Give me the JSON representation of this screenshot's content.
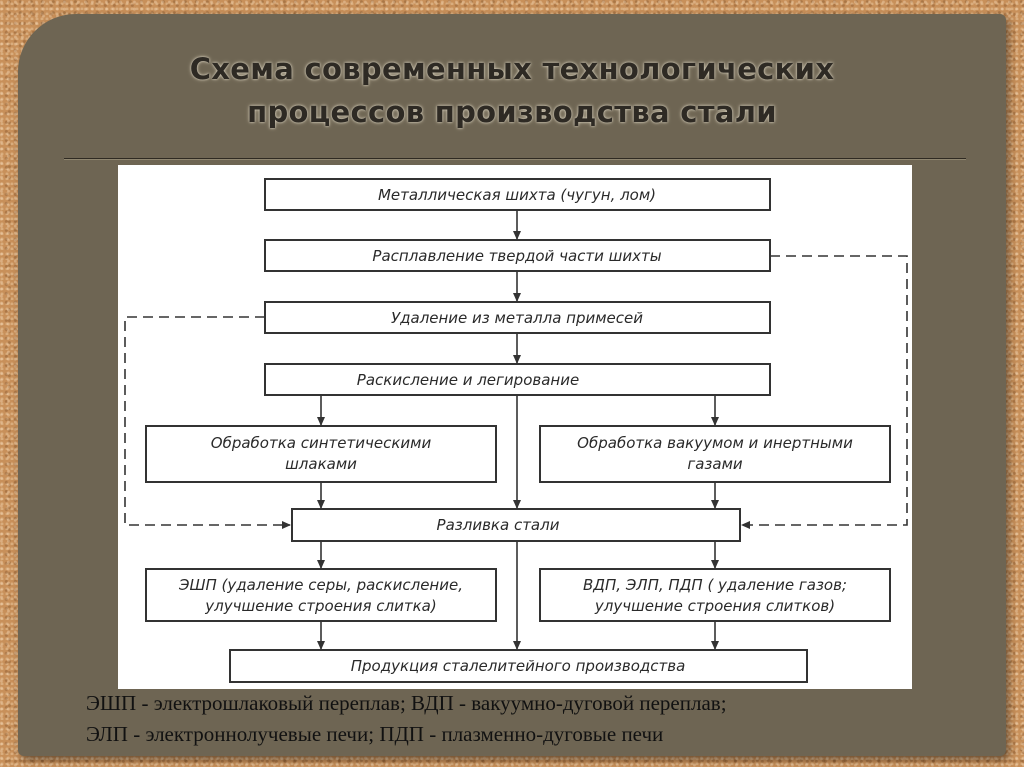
{
  "title": {
    "line1": "Схема современных технологических",
    "line2": "процессов производства стали"
  },
  "diagram": {
    "boxes": {
      "charge": "Металлическая шихта (чугун, лом)",
      "melting": "Расплавление твердой части шихты",
      "removal": "Удаление из металла примесей",
      "deoxidation": "Раскисление и легирование",
      "slag_line1": "Обработка синтетическими",
      "slag_line2": "шлаками",
      "vacuum_line1": "Обработка вакуумом и инертными",
      "vacuum_line2": "газами",
      "casting": "Разливка стали",
      "esr_line1": "ЭШП (удаление серы, раскисление,",
      "esr_line2": "улучшение строения слитка)",
      "var_line1": "ВДП, ЭЛП, ПДП ( удаление газов;",
      "var_line2": "улучшение строения слитков)",
      "product": "Продукция сталелитейного производства"
    }
  },
  "legend": {
    "line1": "ЭШП -  электрошлаковый переплав; ВДП - вакуумно-дуговой переплав;",
    "line2": "ЭЛП - электроннолучевые печи; ПДП - плазменно-дуговые печи"
  }
}
